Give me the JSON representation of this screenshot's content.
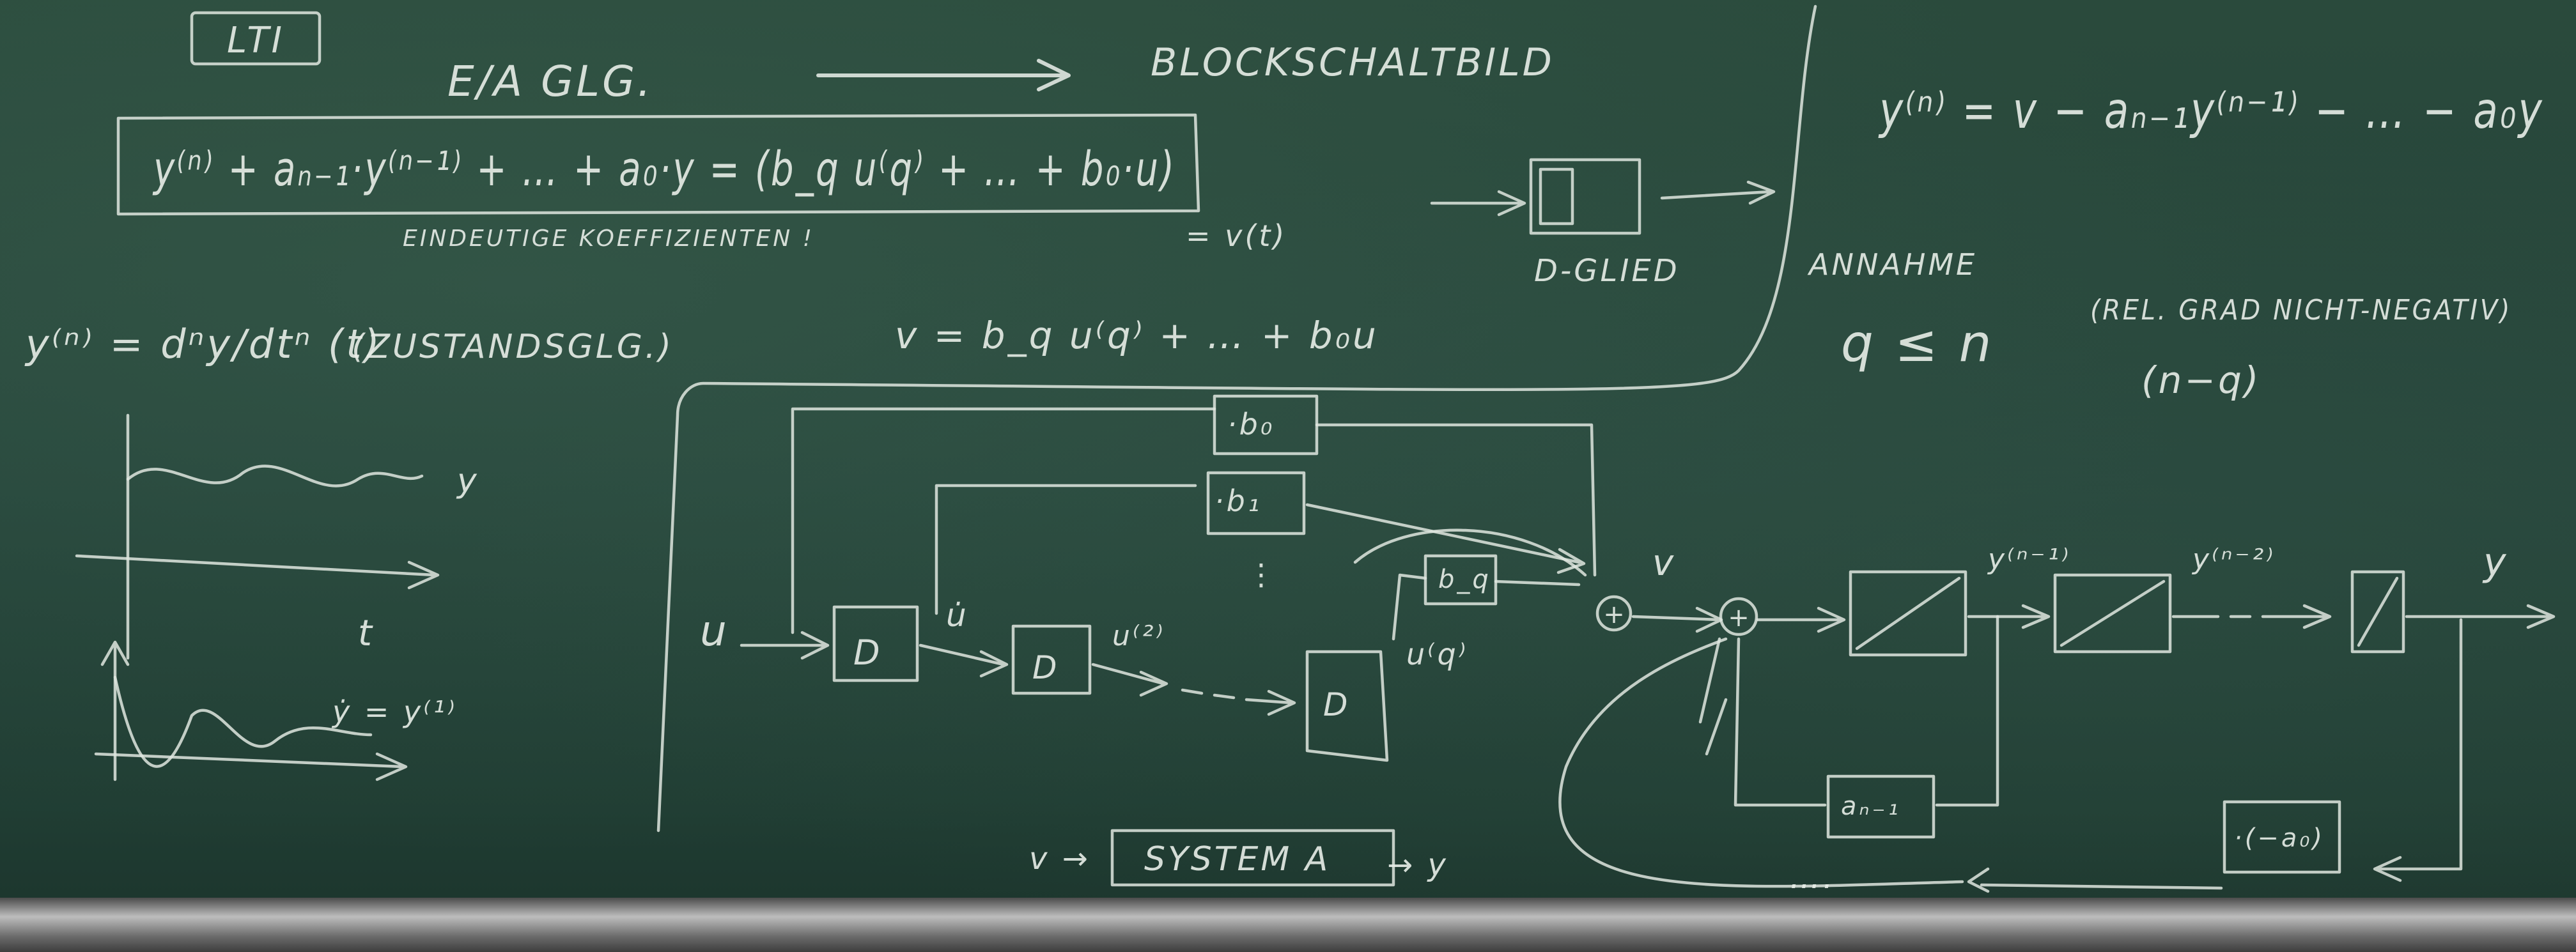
{
  "board": {
    "lti_box": "LTI",
    "heading_left": "E/A GLG.",
    "heading_right": "BLOCKSCHALTBILD",
    "main_eq": "y⁽ⁿ⁾ + aₙ₋₁·y⁽ⁿ⁻¹⁾ + … + a₀·y = (b_q u⁽q⁾ + … + b₀·u)",
    "v_of_t": "= v(t)",
    "unique_coeff": "EINDEUTIGE KOEFFIZIENTEN !",
    "deriv_def": "y⁽ⁿ⁾ = dⁿy/dtⁿ (t)",
    "state_eq": "(ZUSTANDSGLG.)",
    "v_eq": "v = b_q u⁽q⁾ + … + b₀u",
    "dglied": "D-GLIED",
    "solved_eq": "y⁽ⁿ⁾ = v − aₙ₋₁y⁽ⁿ⁻¹⁾ − … − a₀y",
    "annahme": "ANNAHME",
    "assumption": "q ≤ n",
    "rel_grad": "(REL. GRAD NICHT-NEGATIV)",
    "n_minus_q": "(n−q)",
    "plot_y": "y",
    "plot_t": "t",
    "plot_ydot": "ẏ = y⁽¹⁾",
    "diagram": {
      "u": "u",
      "d_block": "D",
      "u_dot": "u̇",
      "u2": "u⁽²⁾",
      "uq": "u⁽q⁾",
      "b0": "·b₀",
      "b1": "·b₁",
      "bq": "b_q",
      "dots": "⋮",
      "plus": "+",
      "v": "v",
      "y_n1": "y⁽ⁿ⁻¹⁾",
      "y_n2": "y⁽ⁿ⁻²⁾",
      "y": "y",
      "a_n1": "aₙ₋₁",
      "a0": "·(−a₀)",
      "ellipsis": "….",
      "system_in": "v →",
      "system": "SYSTEM A",
      "system_out": "→ y"
    }
  }
}
